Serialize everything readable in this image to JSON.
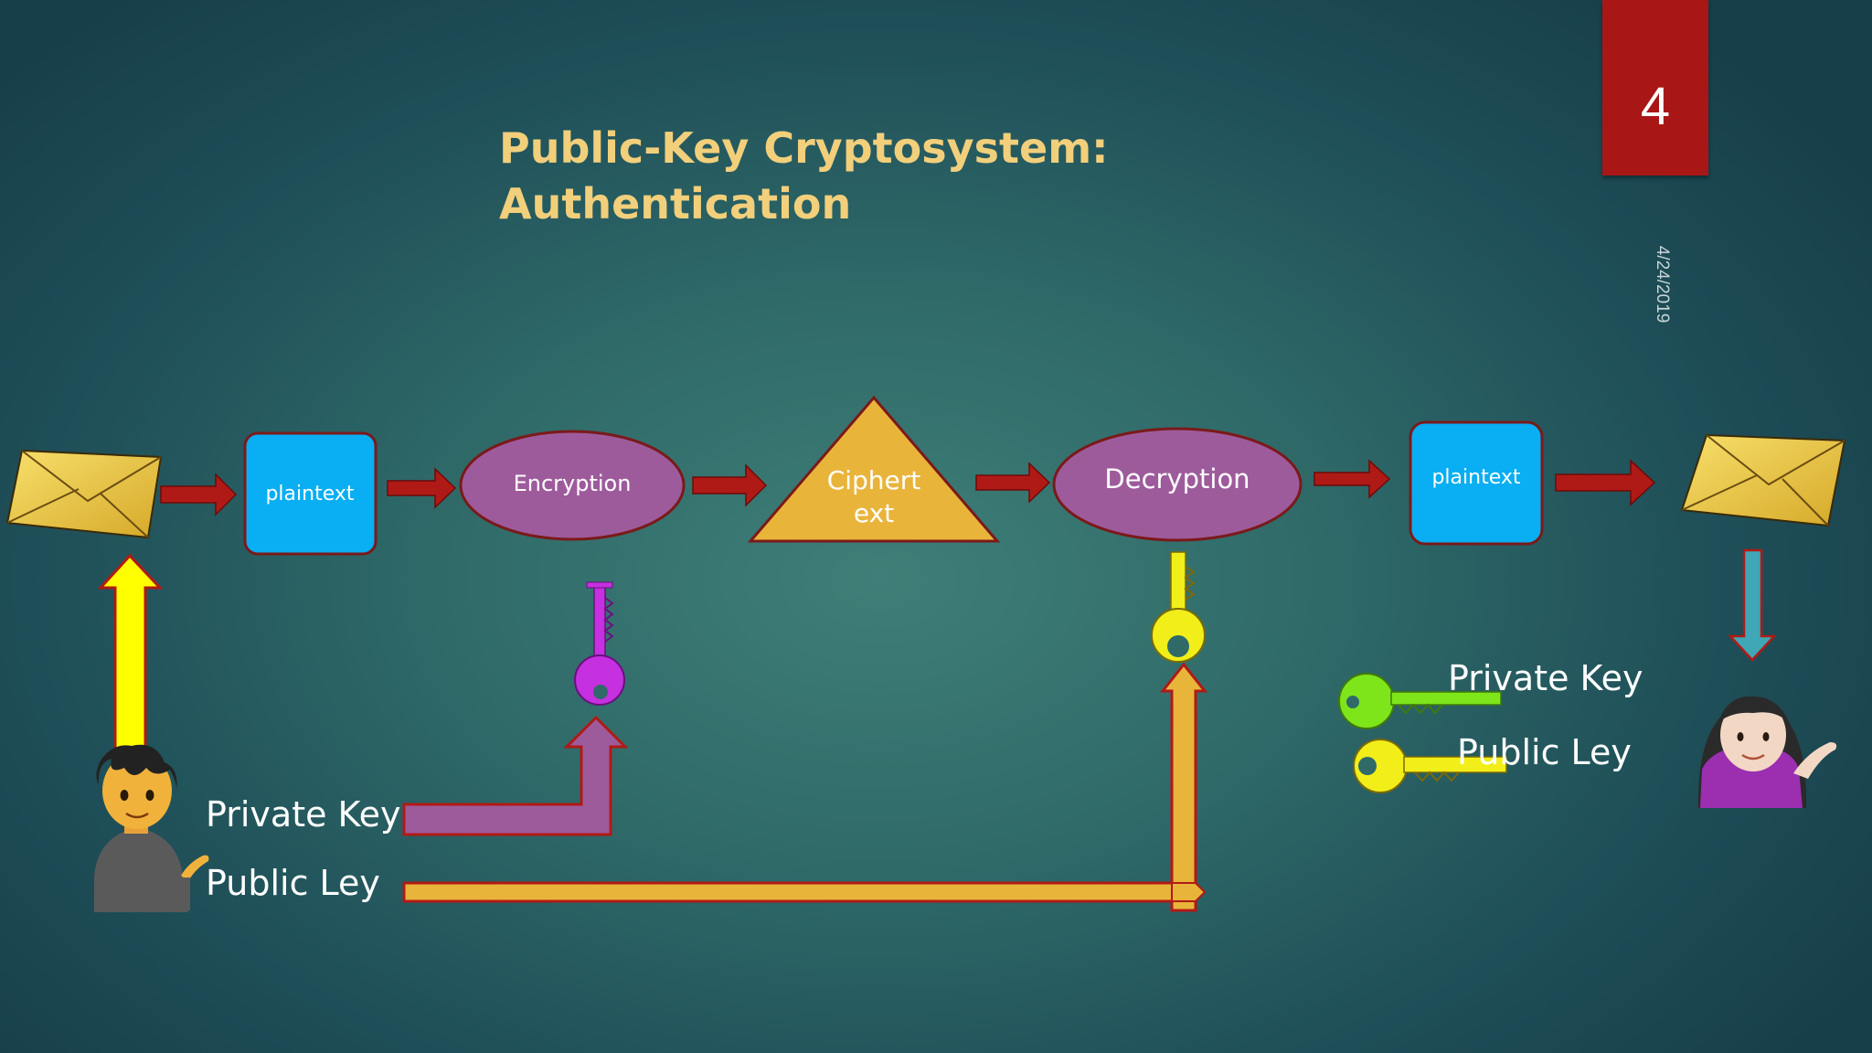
{
  "slide": {
    "title_line1": "Public-Key Cryptosystem:",
    "title_line2": "Authentication",
    "number": "4",
    "date": "4/24/2019"
  },
  "flow": {
    "plaintext_left": "plaintext",
    "encryption": "Encryption",
    "ciphertext_line1": "Ciphert",
    "ciphertext_line2": "ext",
    "decryption": "Decryption",
    "plaintext_right": "plaintext"
  },
  "sender": {
    "private_key_label": "Private Key",
    "public_key_label": "Public Ley"
  },
  "receiver": {
    "private_key_label": "Private Key",
    "public_key_label": "Public Ley"
  },
  "colors": {
    "title": "#f2cf7b",
    "badge": "#a81716",
    "plaintext_box": "#0aaef2",
    "oval": "#9e5b9c",
    "triangle": "#e9b43a",
    "arrow_red": "#b01a16",
    "arrow_yellow": "#ffff00",
    "arrow_purple": "#9e5b9c",
    "arrow_gold": "#e9b43a",
    "arrow_teal": "#3fa7b5",
    "key_magenta": "#c530e0",
    "key_yellow": "#f2ee1a",
    "key_green": "#7fe51b"
  },
  "icons": [
    "envelope-icon",
    "envelope-icon",
    "boy-person-icon",
    "woman-person-icon",
    "key-icon"
  ]
}
